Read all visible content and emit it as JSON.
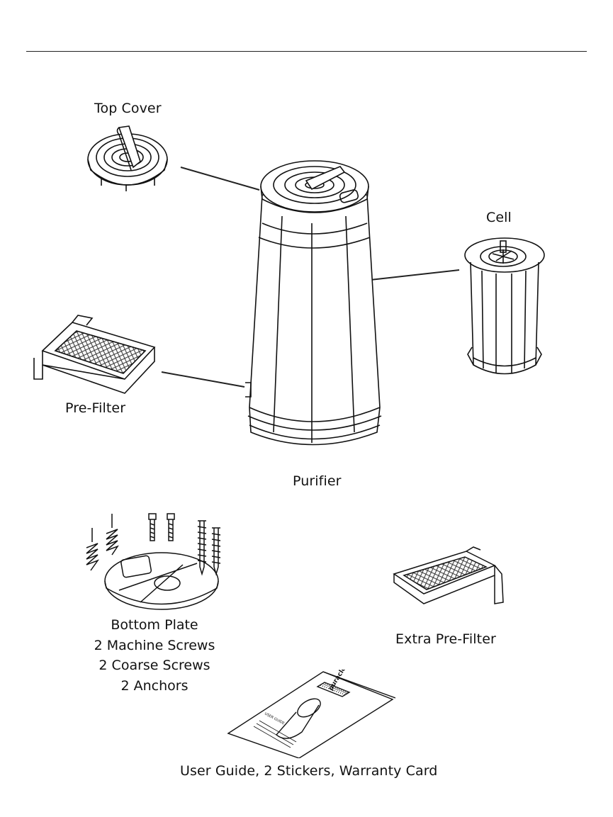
{
  "labels": {
    "top_cover": "Top Cover",
    "cell": "Cell",
    "pre_filter": "Pre-Filter",
    "purifier": "Purifier",
    "bottom_plate_group": [
      "Bottom Plate",
      "2 Machine Screws",
      "2 Coarse Screws",
      "2 Anchors"
    ],
    "extra_pre_filter": "Extra Pre-Filter",
    "user_guide": "User Guide, 2 Stickers, Warranty Card"
  },
  "booklet": {
    "brand": "puracleer",
    "title": "USER GUIDE"
  },
  "colors": {
    "ink": "#111111",
    "line": "#222222",
    "mesh": "#555555"
  }
}
